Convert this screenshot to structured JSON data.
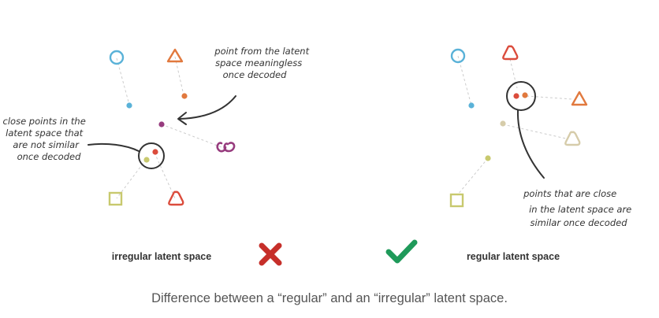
{
  "colors": {
    "blue": "#5ab2d8",
    "orange": "#e1793e",
    "red": "#db4c3c",
    "purple": "#973c7e",
    "olive": "#c8c96e",
    "beige": "#d6ccaa",
    "ink": "#333333",
    "cross": "#c62f2a",
    "check": "#1f9a5a",
    "dash": "#cccccc"
  },
  "icons": {
    "cross": "x-mark-icon",
    "check": "check-mark-icon"
  },
  "irregular": {
    "label": "irregular latent space",
    "annotation_top": [
      "point from the latent",
      "space meaningless",
      "once decoded"
    ],
    "annotation_left": [
      "close points in the",
      "latent space that",
      "are not similar",
      "once decoded"
    ]
  },
  "regular": {
    "label": "regular latent space",
    "annotation": [
      "points that are close",
      "in the latent space are",
      "similar once decoded"
    ]
  },
  "caption": "Difference between a “regular” and an “irregular” latent space."
}
